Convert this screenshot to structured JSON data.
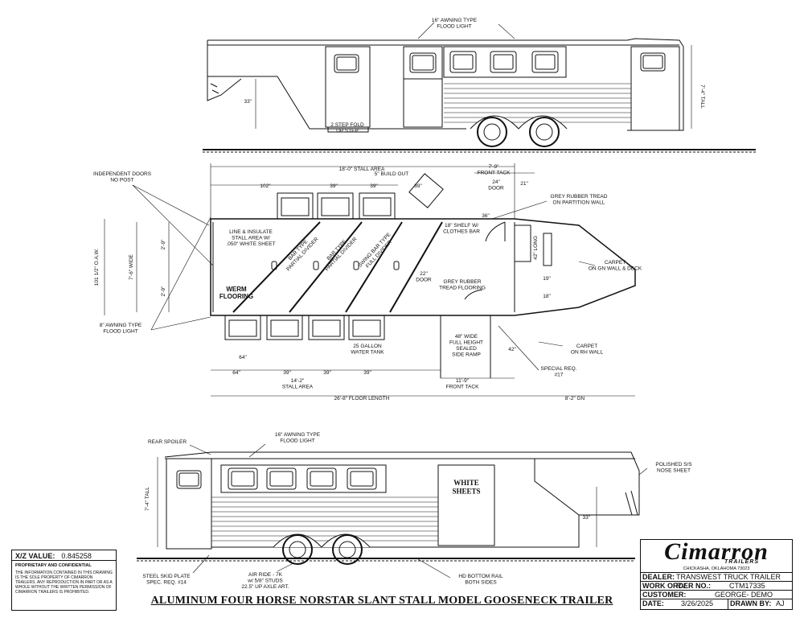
{
  "colors": {
    "ink": "#111111",
    "paper": "#ffffff"
  },
  "top_view": {
    "awning_label": "16\" AWNING TYPE\nFLOOD LIGHT",
    "height_label": "7'-4\" TALL",
    "gn_height": "33\"",
    "fold_step": "2 STEP FOLD\nUP STEP"
  },
  "plan_view": {
    "stall_area_top": "18'-0\" STALL AREA",
    "build_out": "5\" BUILD OUT",
    "front_tack_top": "7'-9\"\nFRONT TACK",
    "dim_102": "102\"",
    "dim_39a": "39\"",
    "dim_39b": "39\"",
    "dim_39c": "39\"",
    "door_24": "24\"\nDOOR",
    "dim_21": "21\"",
    "dim_36": "36\"",
    "independent_doors": "INDEPENDENT DOORS\nNO POST",
    "grey_tread_partition": "GREY RUBBER TREAD\nON PARTITION WALL",
    "saddle_rack": "18\" SHELF W/\nCLOTHES BAR",
    "line_insulate": "LINE & INSULATE\nSTALL AREA W/\n.050\" WHITE SHEET",
    "oaw": "101 1/2\" O.A.W.",
    "wide_76": "7'-6\" WIDE",
    "dim_29a": "2'-9\"",
    "dim_29b": "2'-9\"",
    "divider1": "BAR TYPE\nPARTIAL DIVIDER",
    "divider2": "BAR TYPE\nPARTIAL DIVIDER",
    "divider3": "SWING BAR TYPE\nFULL DIVIDER",
    "door_22": "22\"\nDOOR",
    "grey_floor": "GREY RUBBER\nTREAD FLOORING",
    "carpet_gn": "CARPET\nON GN WALL & DECK",
    "werm": "WERM\nFLOORING",
    "awning_left": "8\" AWNING TYPE\nFLOOD LIGHT",
    "dim_64_box": "64\"",
    "water_tank": "25 GALLON\nWATER TANK",
    "ramp": "48\" WIDE\nFULL HEIGHT\nSEALED\nSIDE RAMP",
    "dim_42": "42\"",
    "carpet_rh": "CARPET\nON RH WALL",
    "special17": "SPECIAL REQ.\n#17",
    "dim_64": "64\"",
    "dim_39d": "39\"",
    "dim_39e": "39\"",
    "dim_39f": "39\"",
    "stall_area_bottom": "14'-2\"\nSTALL AREA",
    "front_tack_bottom": "11'-9\"\nFRONT TACK",
    "floor_length": "26'-8\" FLOOR LENGTH",
    "gn_length": "8'-2\" GN",
    "long_42": "42\" LONG",
    "dim_19": "19\"",
    "dim_18": "18\""
  },
  "bottom_view": {
    "rear_spoiler": "REAR SPOILER",
    "awning_label": "16\" AWNING TYPE\nFLOOD LIGHT",
    "height_label": "7'-4\" TALL",
    "white_sheets": "WHITE\nSHEETS",
    "polished_nose": "POLISHED S/S\nNOSE SHEET",
    "gn_height": "33\"",
    "steel_skid": "STEEL SKID PLATE\nSPEC. REQ. #14",
    "air_ride": "AIR RIDE - 7K\nw/ 5/8\" STUDS\n22.5\" UP AXLE ART.",
    "hd_rail": "HD BOTTOM RAIL\nBOTH SIDES"
  },
  "xz": {
    "label": "X/Z VALUE:",
    "value": "0.845258"
  },
  "proprietary": {
    "heading": "PROPRIETARY AND CONFIDENTIAL",
    "body": "THE INFORMATION CONTAINED IN THIS DRAWING IS THE SOLE PROPERTY OF CIMARRON TRAILERS. ANY REPRODUCTION IN PART OR AS A WHOLE WITHOUT THE WRITTEN PERMISSION OF CIMARRON TRAILERS IS PROHIBITED."
  },
  "drawing_title": "ALUMINUM FOUR HORSE NORSTAR SLANT STALL MODEL GOOSENECK TRAILER",
  "title_block": {
    "logo": "Cimarron",
    "logo_sub": "TRAILERS",
    "location": "CHICKASHA, OKLAHOMA 73023",
    "dealer_label": "DEALER:",
    "dealer": "TRANSWEST TRUCK TRAILER RV",
    "work_order_label": "WORK ORDER NO.:",
    "work_order": "CTM17335",
    "customer_label": "CUSTOMER:",
    "customer": "GEORGE- DEMO",
    "date_label": "DATE:",
    "date": "3/26/2025",
    "drawn_by_label": "DRAWN BY:",
    "drawn_by": "AJ"
  }
}
